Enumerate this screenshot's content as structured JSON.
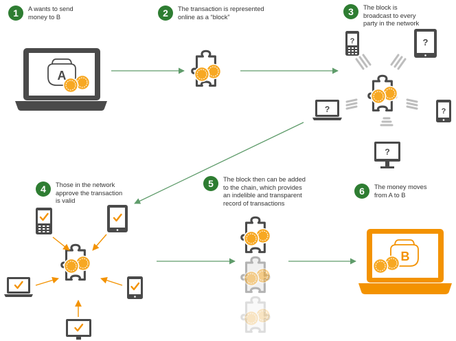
{
  "steps": [
    {
      "number": "1",
      "lines": [
        "A wants to send",
        "money to B"
      ]
    },
    {
      "number": "2",
      "lines": [
        "The transaction is represented",
        "online as a “block”"
      ]
    },
    {
      "number": "3",
      "lines": [
        "The block is",
        "broadcast to every",
        "party in the network"
      ]
    },
    {
      "number": "4",
      "lines": [
        "Those in the network",
        "approve the transaction",
        "is valid"
      ]
    },
    {
      "number": "5",
      "lines": [
        "The block then can be added",
        "to the chain, which provides",
        "an indelible and transparent",
        "record of transactions"
      ]
    },
    {
      "number": "6",
      "lines": [
        "The money moves",
        "from A to B"
      ]
    }
  ],
  "wallet_labels": {
    "sender": "A",
    "receiver": "B"
  },
  "unknown_mark": "?",
  "colors": {
    "step_green": "#2e7d32",
    "arrow_green": "#5f9c6b",
    "orange": "#f39200",
    "coin": "#f7a823",
    "dark_gray": "#4a4a4a",
    "light_gray": "#bdbdbd"
  },
  "icons": {
    "laptop": "laptop-icon",
    "puzzle": "puzzle-block-icon",
    "phone": "phone-icon",
    "tablet": "tablet-icon",
    "monitor": "monitor-icon",
    "check": "check-icon",
    "wallet": "wallet-icon",
    "coins": "coins-icon"
  }
}
